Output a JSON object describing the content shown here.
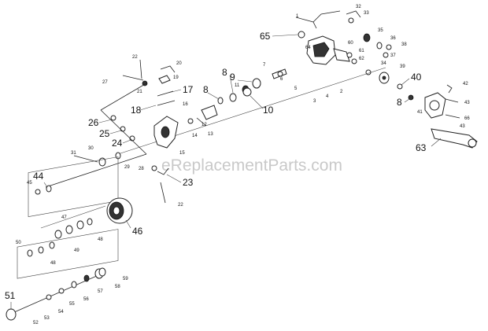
{
  "watermark": "eReplacementParts.com",
  "labels": {
    "l1": "1",
    "l2": "2",
    "l3": "3",
    "l4": "4",
    "l5": "5",
    "l6": "6",
    "l7": "7",
    "l8a": "8",
    "l8b": "8",
    "l8c": "8",
    "l9": "9",
    "l10": "10",
    "l11": "11",
    "l12": "12",
    "l13": "13",
    "l14": "14",
    "l15": "15",
    "l16": "16",
    "l17": "17",
    "l18": "18",
    "l19": "19",
    "l20": "20",
    "l21": "21",
    "l22a": "22",
    "l22b": "22",
    "l23": "23",
    "l24": "24",
    "l25": "25",
    "l26": "26",
    "l27": "27",
    "l28": "28",
    "l29": "29",
    "l30": "30",
    "l31": "31",
    "l32": "32",
    "l33": "33",
    "l34": "34",
    "l35": "35",
    "l36": "36",
    "l37": "37",
    "l38": "38",
    "l39": "39",
    "l40": "40",
    "l41": "41",
    "l42": "42",
    "l43a": "43",
    "l43b": "43",
    "l44": "44",
    "l45": "45",
    "l46": "46",
    "l47": "47",
    "l48a": "48",
    "l48b": "48",
    "l49": "49",
    "l50": "50",
    "l51": "51",
    "l52": "52",
    "l53": "53",
    "l54": "54",
    "l55": "55",
    "l56": "56",
    "l57": "57",
    "l58": "58",
    "l59": "59",
    "l60": "60",
    "l61": "61",
    "l62": "62",
    "l63": "63",
    "l64": "64",
    "l65": "65",
    "l66": "66"
  }
}
